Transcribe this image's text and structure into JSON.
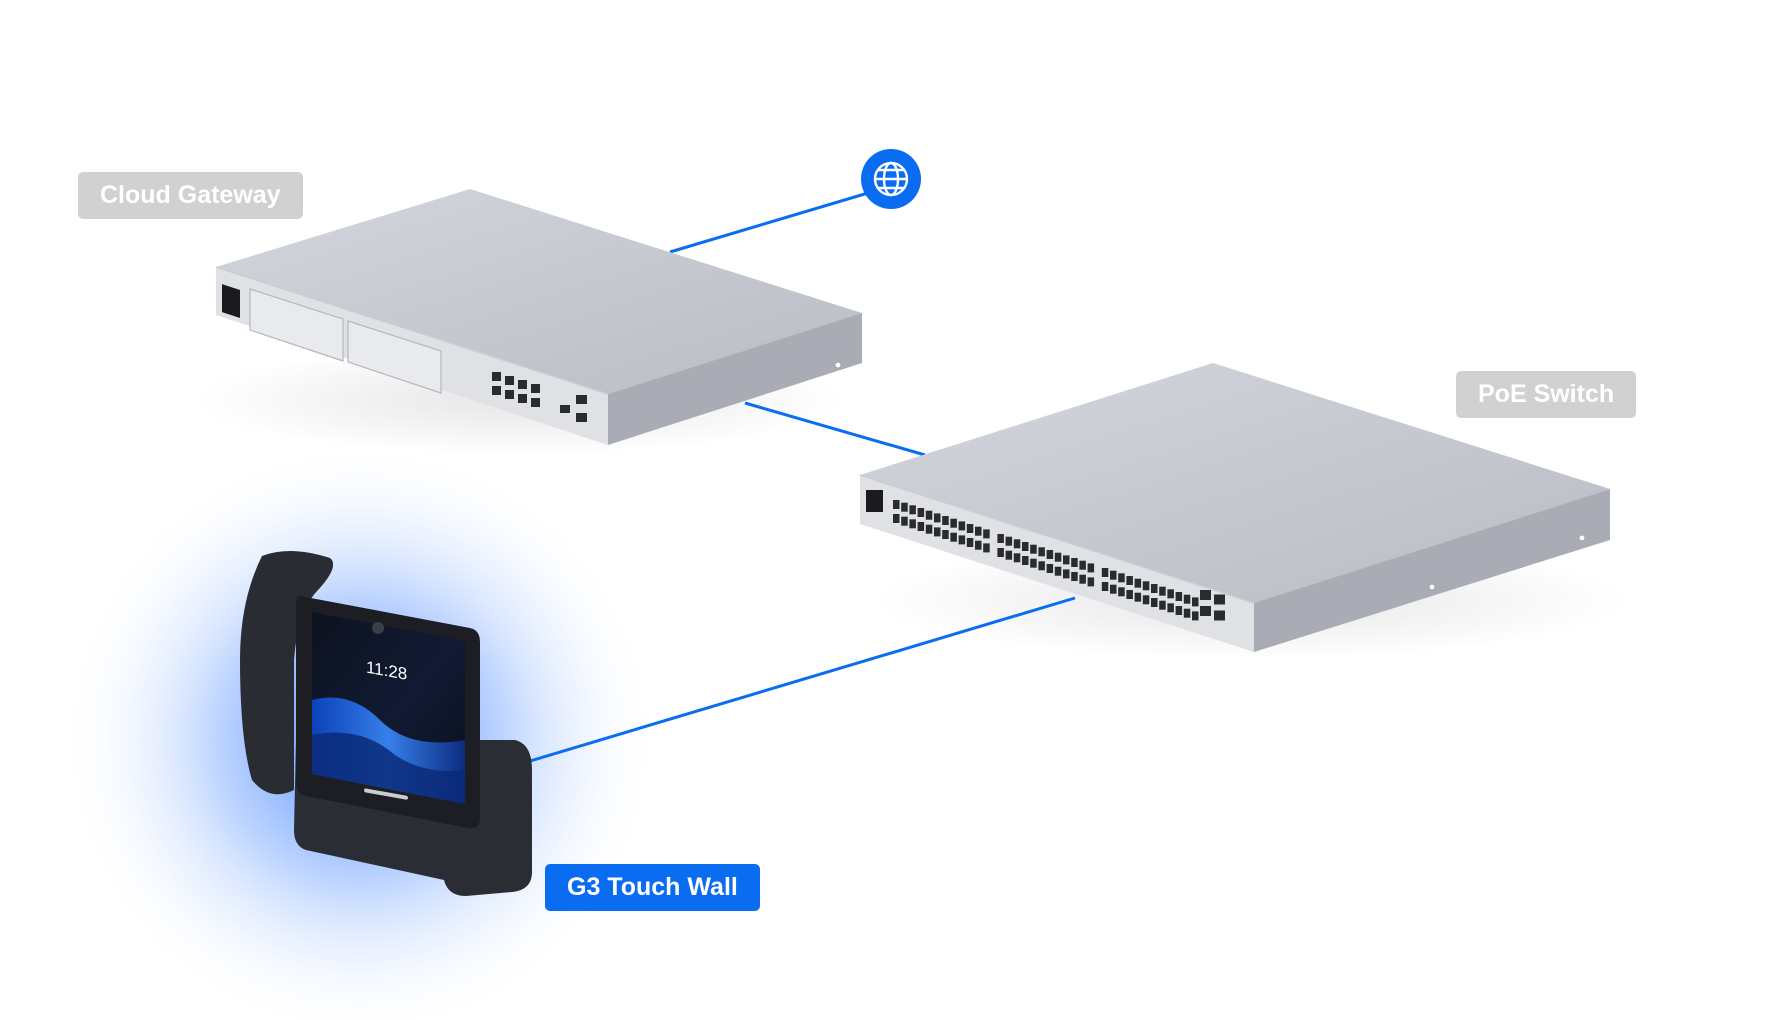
{
  "labels": {
    "cloud_gateway": "Cloud Gateway",
    "poe_switch": "PoE Switch",
    "touch_wall": "G3 Touch Wall"
  },
  "phone_screen": {
    "time": "11:28"
  },
  "icons": {
    "internet": "globe-icon"
  },
  "colors": {
    "link_line": "#0a6cf0",
    "active_label": "#0a6cf0",
    "inactive_label": "#d1d1d1",
    "glow": "#3d86ff",
    "device_body": "#c5c8cf"
  }
}
